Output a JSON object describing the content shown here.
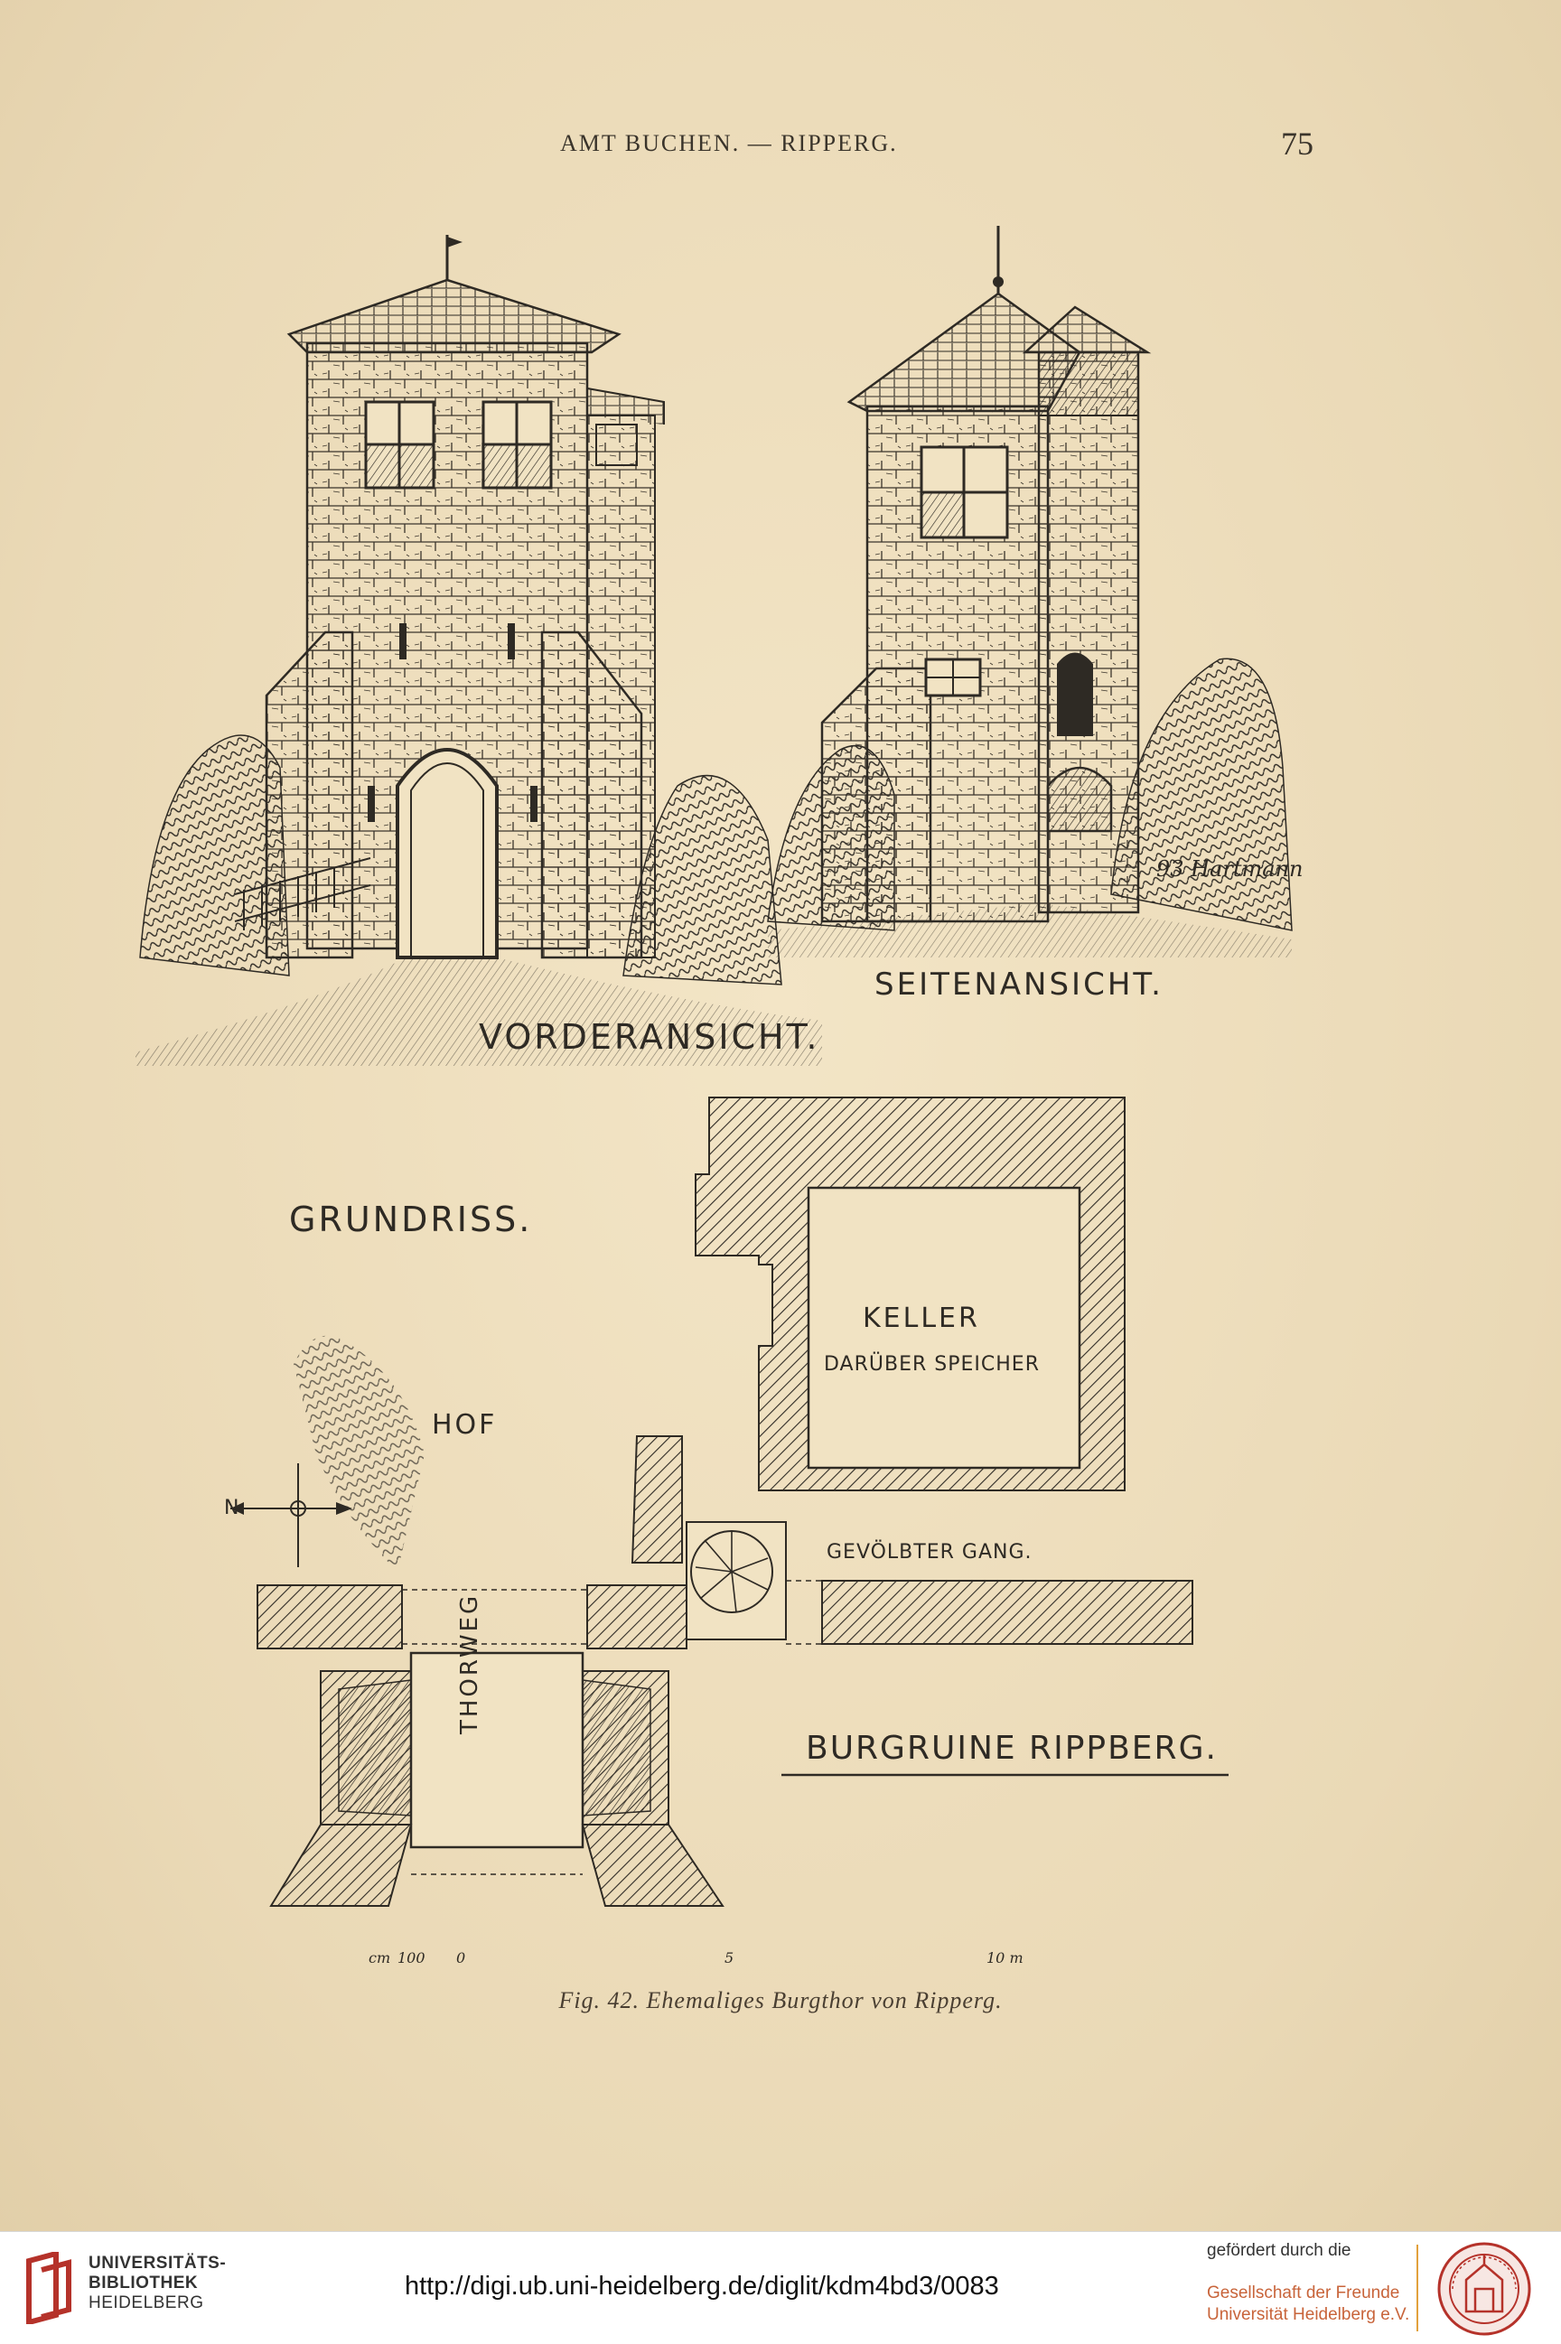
{
  "header": {
    "running_head": "AMT BUCHEN. — RIPPERG.",
    "page_number": "75"
  },
  "figure": {
    "labels": {
      "front_view": "VORDERANSICHT.",
      "side_view": "SEITENANSICHT.",
      "plan": "GRUNDRISS.",
      "courtyard": "HOF",
      "cellar": "KELLER",
      "storage": "DARÜBER SPEICHER",
      "vaulted_passage": "GEVÖLBTER GANG.",
      "gateway": "THORWEG",
      "ruin_title": "BURGRUINE RIPPBERG.",
      "compass_north": "N",
      "signature": "93 Hartmann"
    },
    "scale": {
      "unit": "cm",
      "left": "100",
      "zero": "0",
      "mid": "5",
      "end": "10 m"
    },
    "caption": "Fig. 42.   Ehemaliges Burgthor von Ripperg."
  },
  "footer": {
    "library_line1": "UNIVERSITÄTS-",
    "library_line2": "BIBLIOTHEK",
    "library_line3": "HEIDELBERG",
    "url": "http://digi.ub.uni-heidelberg.de/diglit/kdm4bd3/0083",
    "funded_by": "gefördert durch die",
    "society_line1": "Gesellschaft der Freunde",
    "society_line2": "Universität Heidelberg e.V."
  },
  "colors": {
    "paper": "#efe1c1",
    "ink": "#2e2a24",
    "footer_accent": "#c8643a",
    "library_red": "#b5322a"
  }
}
